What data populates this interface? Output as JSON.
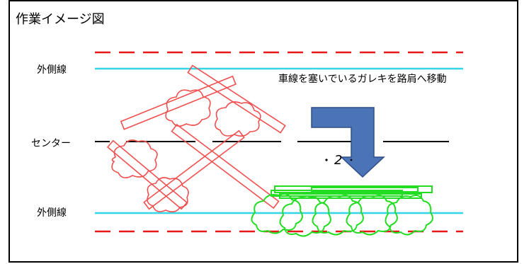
{
  "title": "作業イメージ図",
  "labels": {
    "outer_top": "外側線",
    "center": "センター",
    "outer_bottom": "外側線"
  },
  "note": "車線を塞いでいるガレキを路肩へ移動",
  "colors": {
    "lane_line": "#33d6e6",
    "edge_dash": "#e81818",
    "debris": "#f05050",
    "moved_debris": "#22dd22",
    "arrow_fill": "#4a74b6",
    "arrow_stroke": "#2f4f86"
  }
}
